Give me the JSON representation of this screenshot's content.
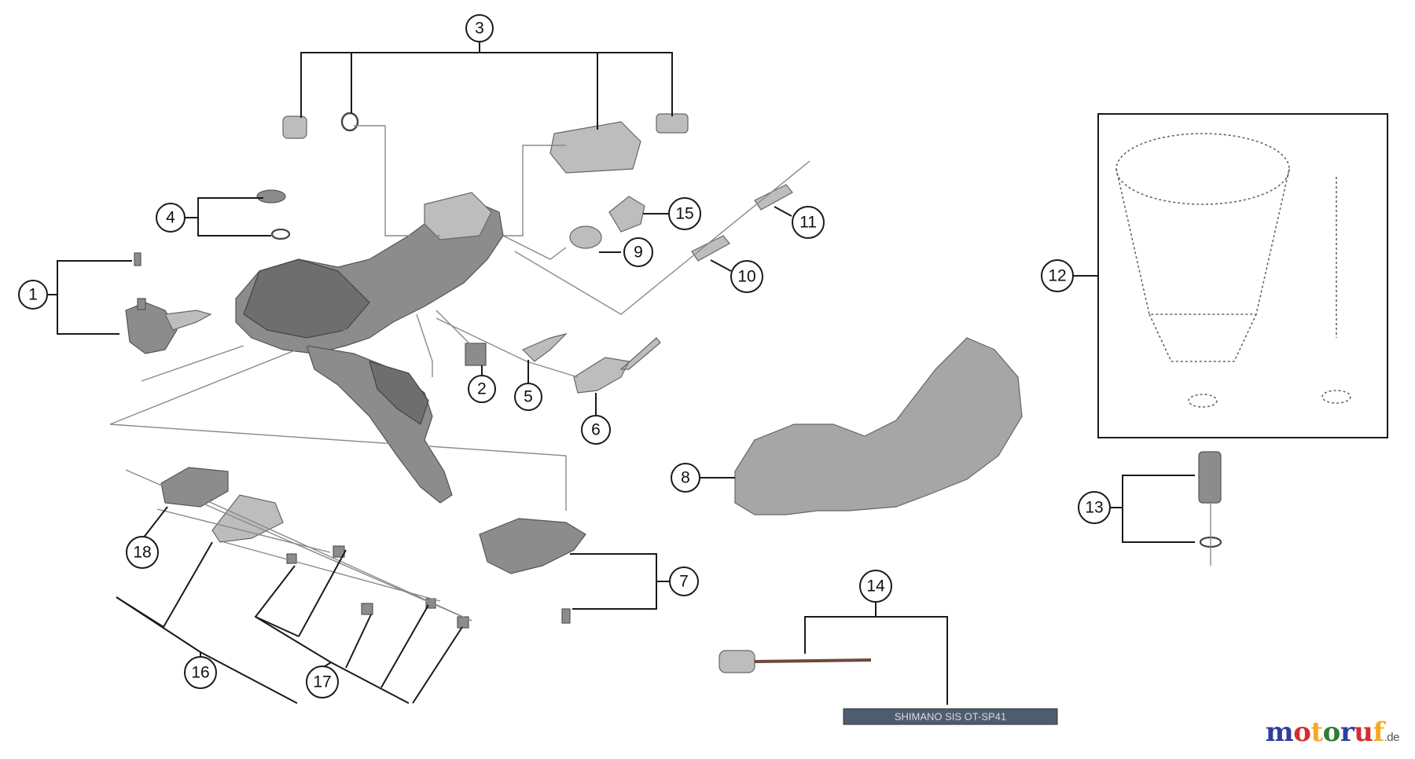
{
  "callouts": [
    "1",
    "2",
    "3",
    "4",
    "5",
    "6",
    "7",
    "8",
    "9",
    "10",
    "11",
    "12",
    "13",
    "14",
    "15",
    "16",
    "17",
    "18"
  ],
  "cable_label": "SHIMANO SIS OT-SP41",
  "watermark": {
    "letters": [
      "m",
      "o",
      "t",
      "o",
      "r",
      "u",
      "f"
    ],
    "colors": [
      "#2f3e9e",
      "#d32f2f",
      "#f9a825",
      "#2e7d32",
      "#2f3e9e",
      "#d32f2f",
      "#f9a825"
    ],
    "suffix": ".de"
  },
  "colors": {
    "line": "#1a1a1a",
    "part": "#8c8c8c",
    "background": "#ffffff"
  }
}
